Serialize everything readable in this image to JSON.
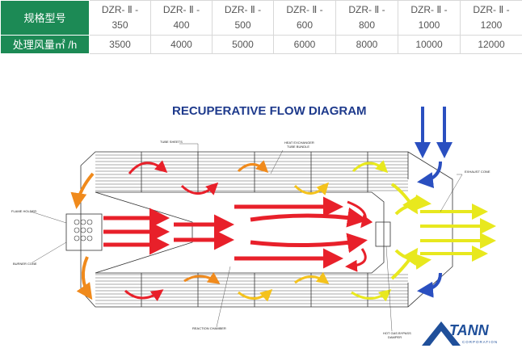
{
  "spec_table": {
    "model_label": "规格型号",
    "airflow_label": "处理风量㎡ /h",
    "models": [
      {
        "line1": "DZR- Ⅱ -",
        "line2": "350",
        "airflow": "3500"
      },
      {
        "line1": "DZR- Ⅱ -",
        "line2": "400",
        "airflow": "4000"
      },
      {
        "line1": "DZR- Ⅱ -",
        "line2": "500",
        "airflow": "5000"
      },
      {
        "line1": "DZR- Ⅱ -",
        "line2": "600",
        "airflow": "6000"
      },
      {
        "line1": "DZR- Ⅱ -",
        "line2": "800",
        "airflow": "8000"
      },
      {
        "line1": "DZR- Ⅱ -",
        "line2": "1000",
        "airflow": "10000"
      },
      {
        "line1": "DZR- Ⅱ -",
        "line2": "1200",
        "airflow": "12000"
      }
    ],
    "header_color": "#1c8a55"
  },
  "diagram": {
    "title": "RECUPERATIVE FLOW DIAGRAM",
    "labels": {
      "tube_sheets": "TUBE SHEETS",
      "heat_exchanger": "HEAT EXCHANGER",
      "tube_bundle": "TUBE BUNDLE",
      "exhaust_cone": "EXHAUST CONE",
      "flame_holder": "FLAME HOLDER",
      "burner_cone": "BURNER CONE",
      "reaction_chamber": "REACTION CHAMBER",
      "hot_gas_bypass": "HOT GAS BYPASS",
      "damper": "DAMPER"
    },
    "logo": {
      "name": "TANN",
      "sub": "CORPORATION"
    },
    "colors": {
      "hot": "#e8202a",
      "mid": "#f08a1c",
      "warm": "#f4c21c",
      "cool": "#e8e81e",
      "inlet": "#2a4fc0"
    }
  }
}
